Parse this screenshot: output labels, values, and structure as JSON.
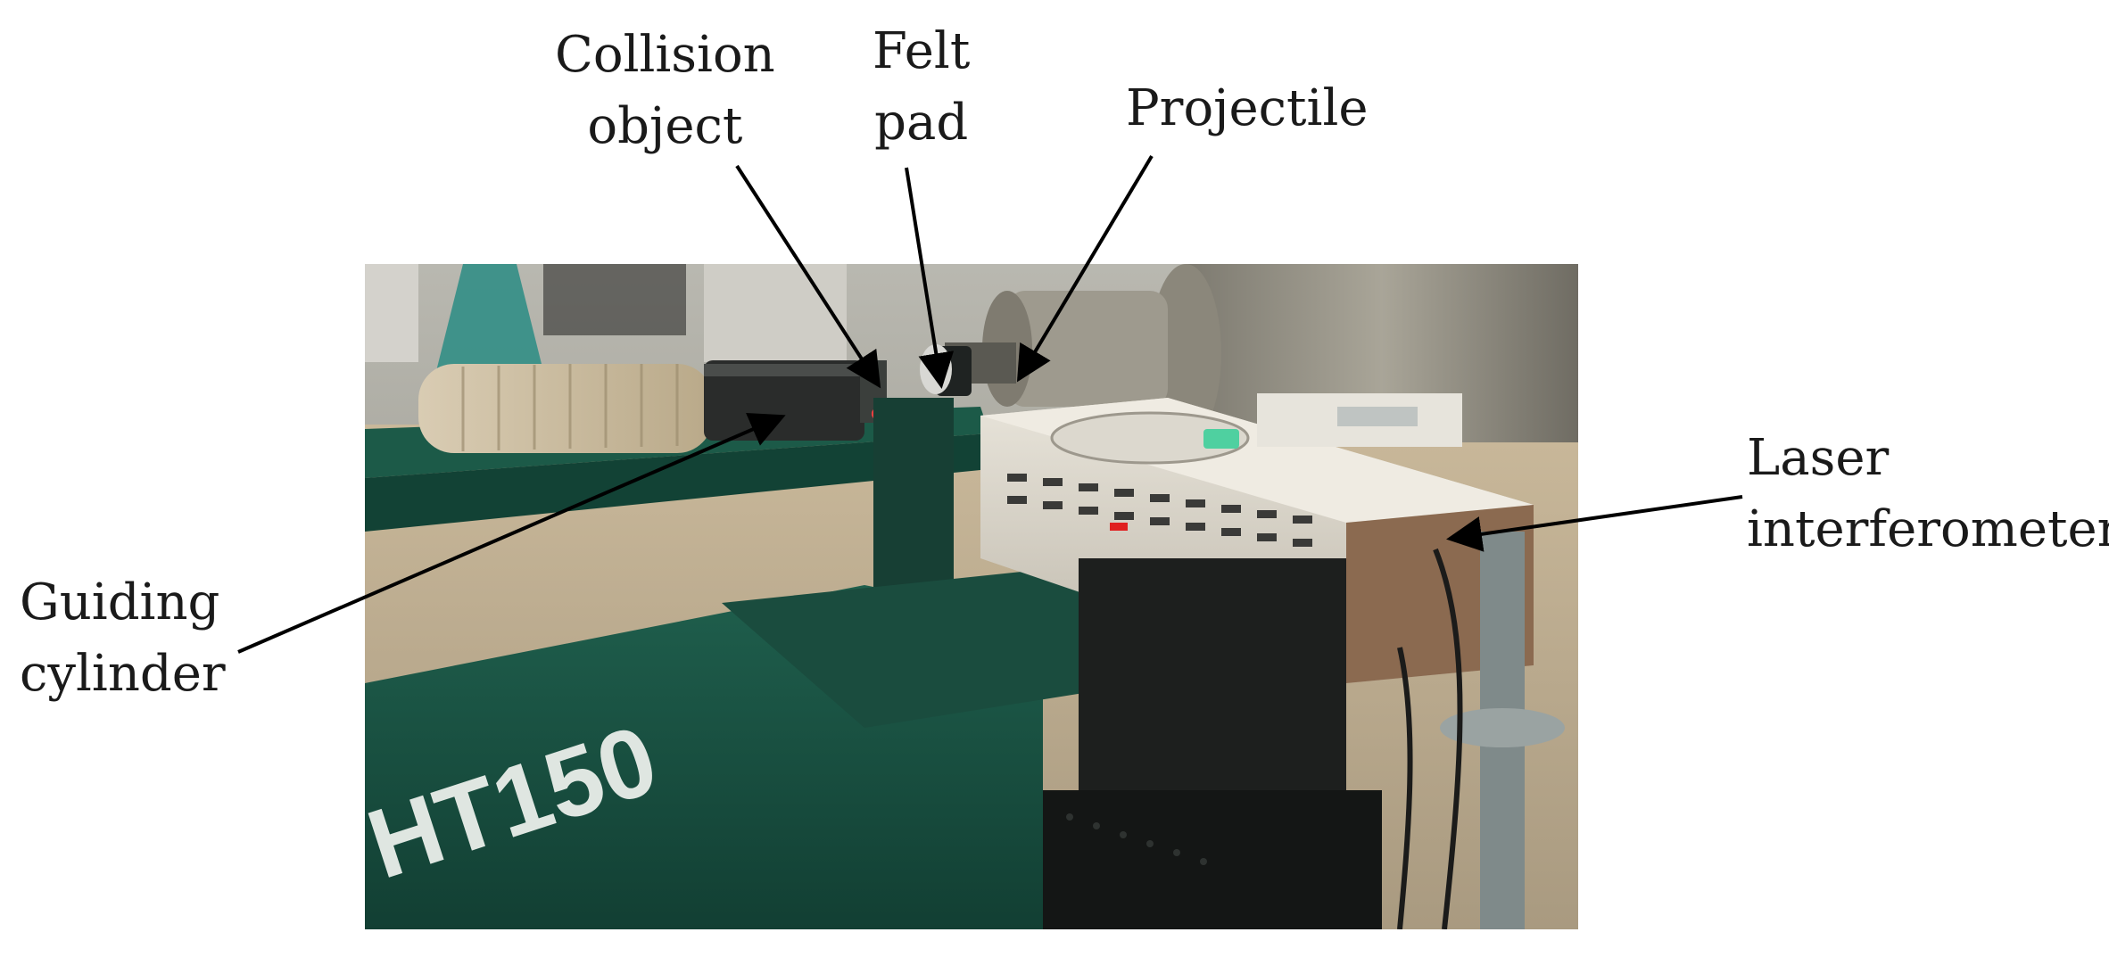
{
  "figure": {
    "labels": {
      "collision_object": {
        "line1": "Collision",
        "line2": "object"
      },
      "felt_pad": {
        "line1": "Felt",
        "line2": "pad"
      },
      "projectile": {
        "line1": "Projectile"
      },
      "laser_interferometer": {
        "line1": "Laser",
        "line2": "interferometer"
      },
      "guiding_cylinder": {
        "line1": "Guiding",
        "line2": "cylinder"
      }
    },
    "photo": {
      "table_marking": "HT150"
    }
  }
}
